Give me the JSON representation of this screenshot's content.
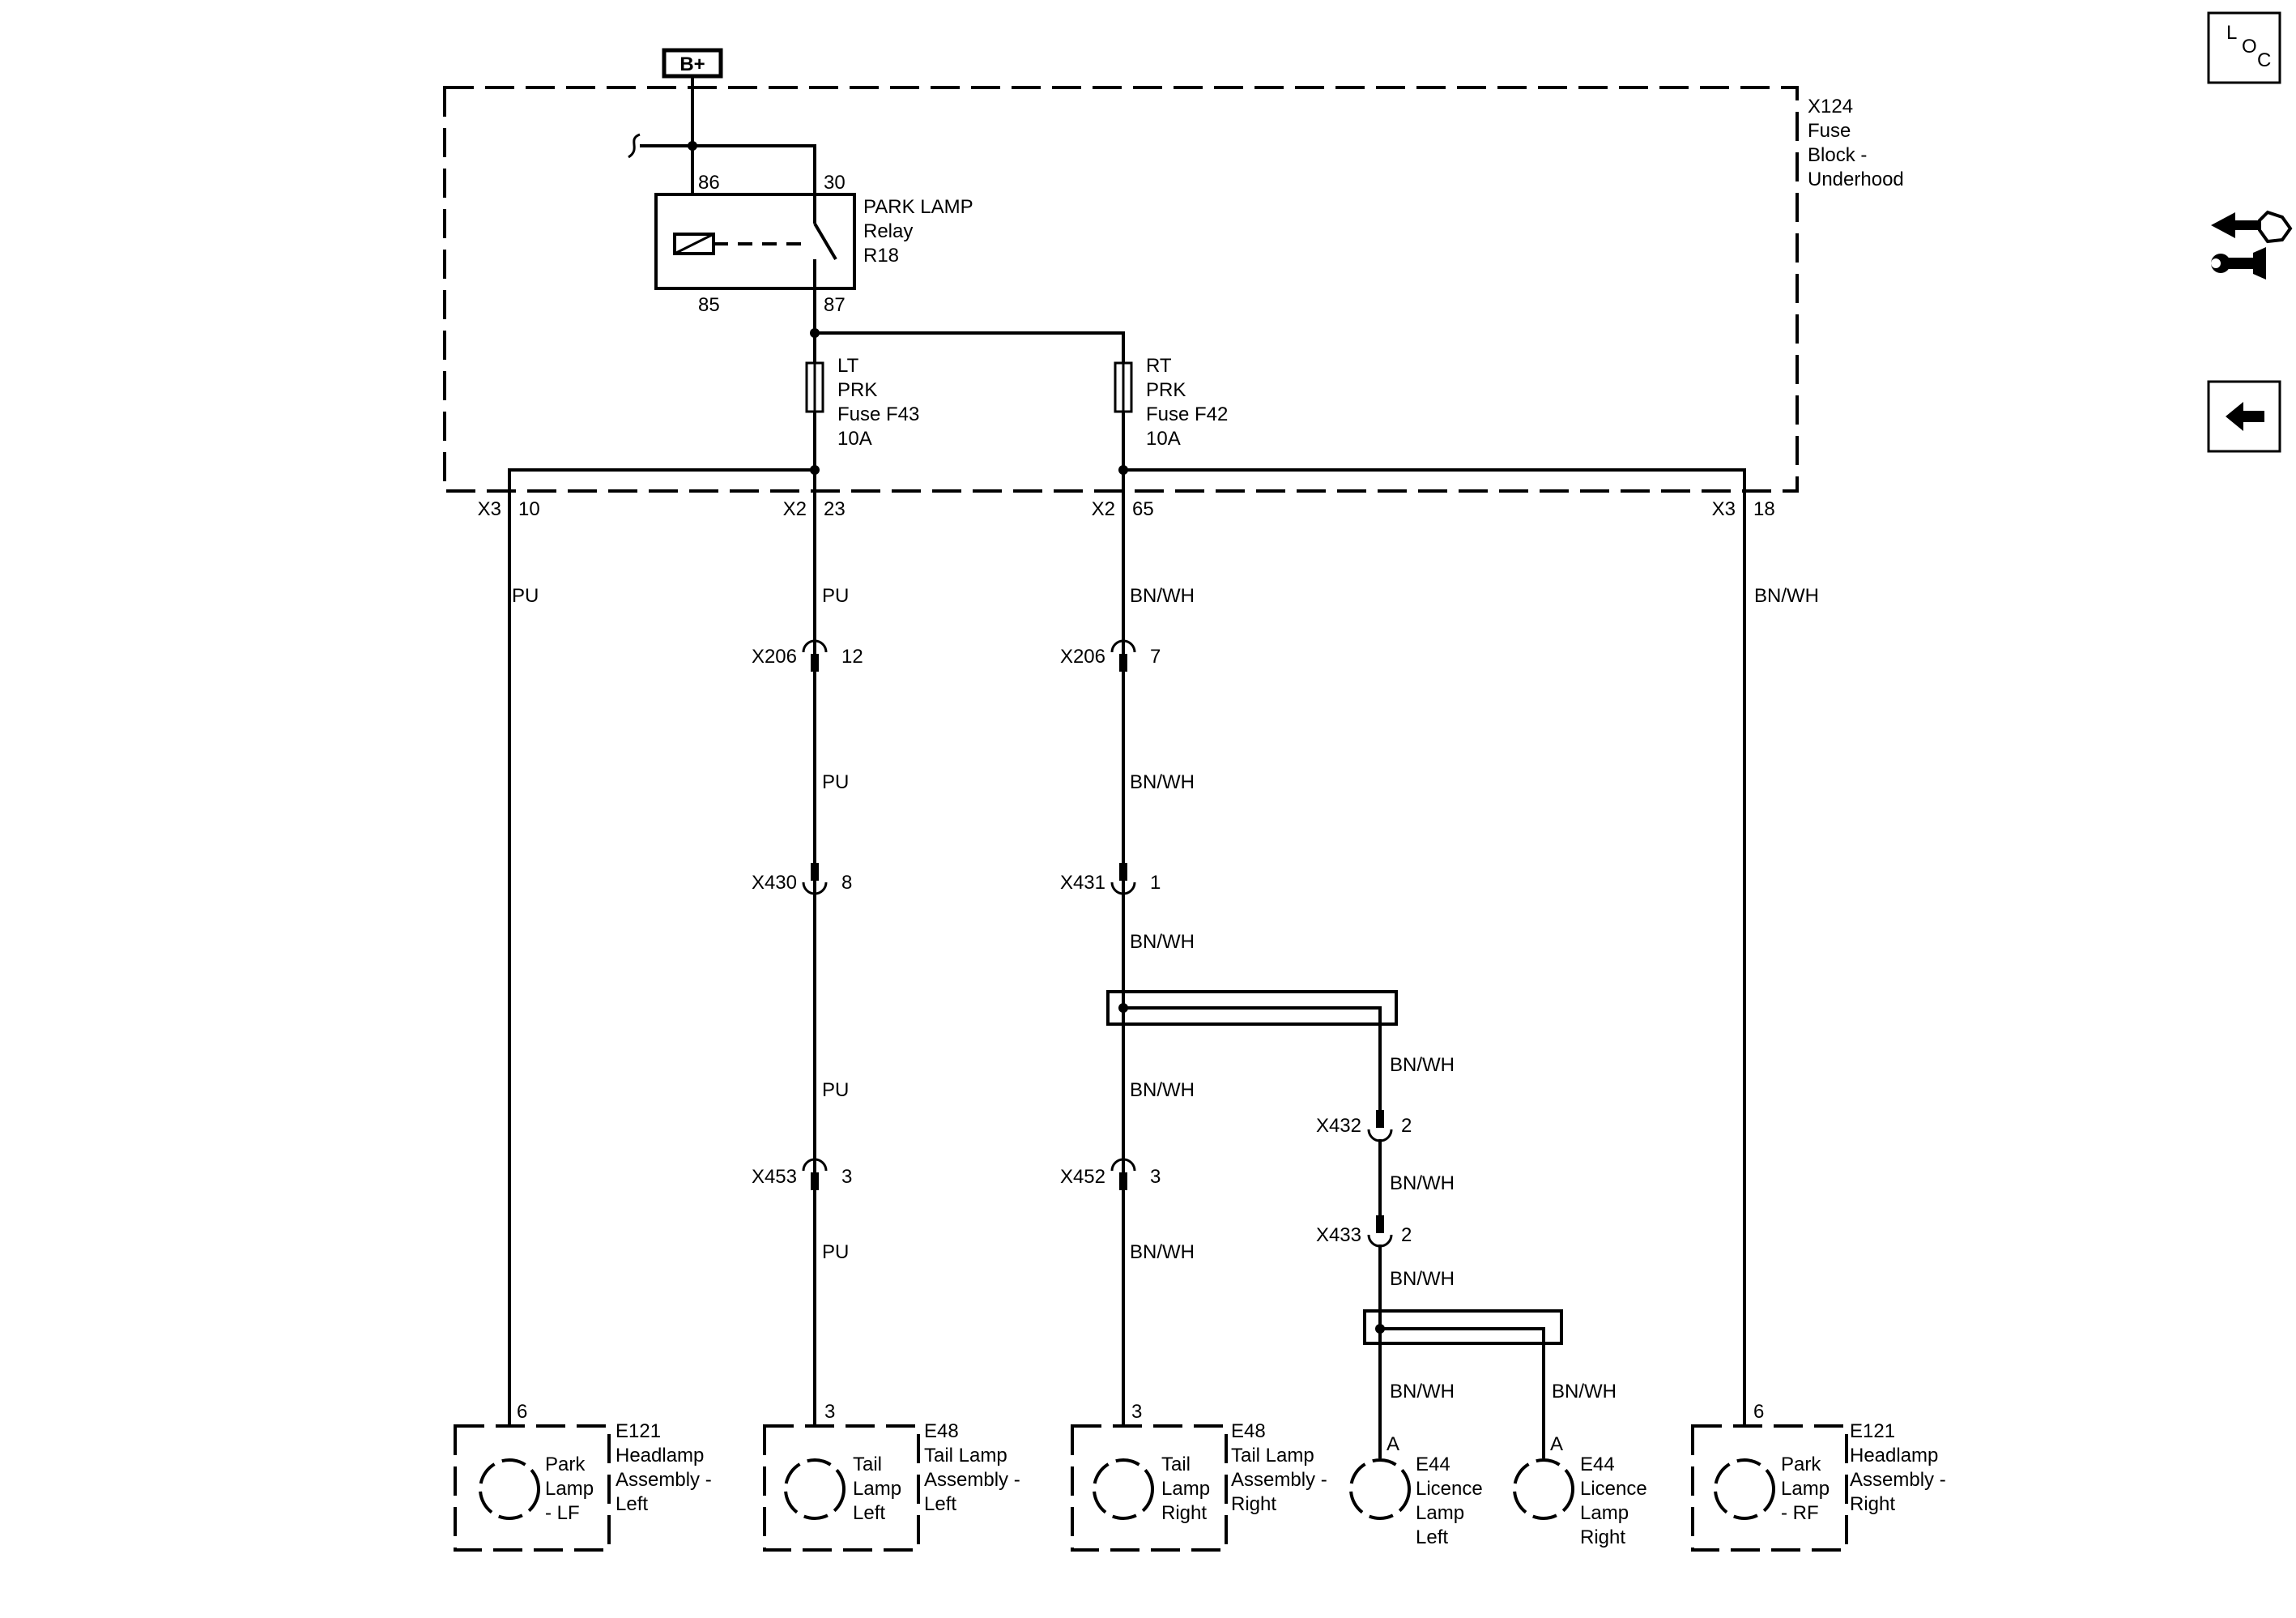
{
  "power": {
    "label": "B+"
  },
  "fuse_block": {
    "lines": [
      "X124",
      "Fuse",
      "Block -",
      "Underhood"
    ]
  },
  "relay": {
    "lines": [
      "PARK LAMP",
      "Relay",
      "R18"
    ],
    "pins": {
      "p86": "86",
      "p30": "30",
      "p85": "85",
      "p87": "87"
    }
  },
  "fuses": {
    "left": {
      "lines": [
        "LT",
        "PRK",
        "Fuse F43",
        "10A"
      ]
    },
    "right": {
      "lines": [
        "RT",
        "PRK",
        "Fuse F42",
        "10A"
      ]
    }
  },
  "block_connectors": [
    {
      "conn": "X3",
      "pin": "10"
    },
    {
      "conn": "X2",
      "pin": "23"
    },
    {
      "conn": "X2",
      "pin": "65"
    },
    {
      "conn": "X3",
      "pin": "18"
    }
  ],
  "wire_colors": {
    "c1": "PU",
    "c2_a": "PU",
    "c2_b": "PU",
    "c2_c": "PU",
    "c2_d": "PU",
    "c3_a": "BN/WH",
    "c3_b": "BN/WH",
    "c3_c": "BN/WH",
    "c3_d": "BN/WH",
    "c3_e": "BN/WH",
    "c4": "BN/WH",
    "branch_a": "BN/WH",
    "branch_b": "BN/WH",
    "branch_c": "BN/WH",
    "lic_left": "BN/WH",
    "lic_right": "BN/WH"
  },
  "inline_connectors": {
    "x206_l": {
      "name": "X206",
      "pin": "12"
    },
    "x206_r": {
      "name": "X206",
      "pin": "7"
    },
    "x430": {
      "name": "X430",
      "pin": "8"
    },
    "x431": {
      "name": "X431",
      "pin": "1"
    },
    "x453": {
      "name": "X453",
      "pin": "3"
    },
    "x452": {
      "name": "X452",
      "pin": "3"
    },
    "x432": {
      "name": "X432",
      "pin": "2"
    },
    "x433": {
      "name": "X433",
      "pin": "2"
    }
  },
  "components": {
    "e121_left": {
      "pin": "6",
      "lamp": [
        "Park",
        "Lamp",
        "- LF"
      ],
      "label": [
        "E121",
        "Headlamp",
        "Assembly -",
        "Left"
      ]
    },
    "e48_left": {
      "pin": "3",
      "lamp": [
        "Tail",
        "Lamp",
        "Left"
      ],
      "label": [
        "E48",
        "Tail Lamp",
        "Assembly -",
        "Left"
      ]
    },
    "e48_right": {
      "pin": "3",
      "lamp": [
        "Tail",
        "Lamp",
        "Right"
      ],
      "label": [
        "E48",
        "Tail Lamp",
        "Assembly -",
        "Right"
      ]
    },
    "e44_left": {
      "pin": "A",
      "label": [
        "E44",
        "Licence",
        "Lamp",
        "Left"
      ]
    },
    "e44_right": {
      "pin": "A",
      "label": [
        "E44",
        "Licence",
        "Lamp",
        "Right"
      ]
    },
    "e121_right": {
      "pin": "6",
      "lamp": [
        "Park",
        "Lamp",
        "- RF"
      ],
      "label": [
        "E121",
        "Headlamp",
        "Assembly -",
        "Right"
      ]
    }
  },
  "sidebar": {
    "loc": {
      "l": "L",
      "o": "O",
      "c": "C"
    },
    "icons": [
      "loc-icon",
      "connector-wrench-icon",
      "back-arrow-icon"
    ]
  }
}
